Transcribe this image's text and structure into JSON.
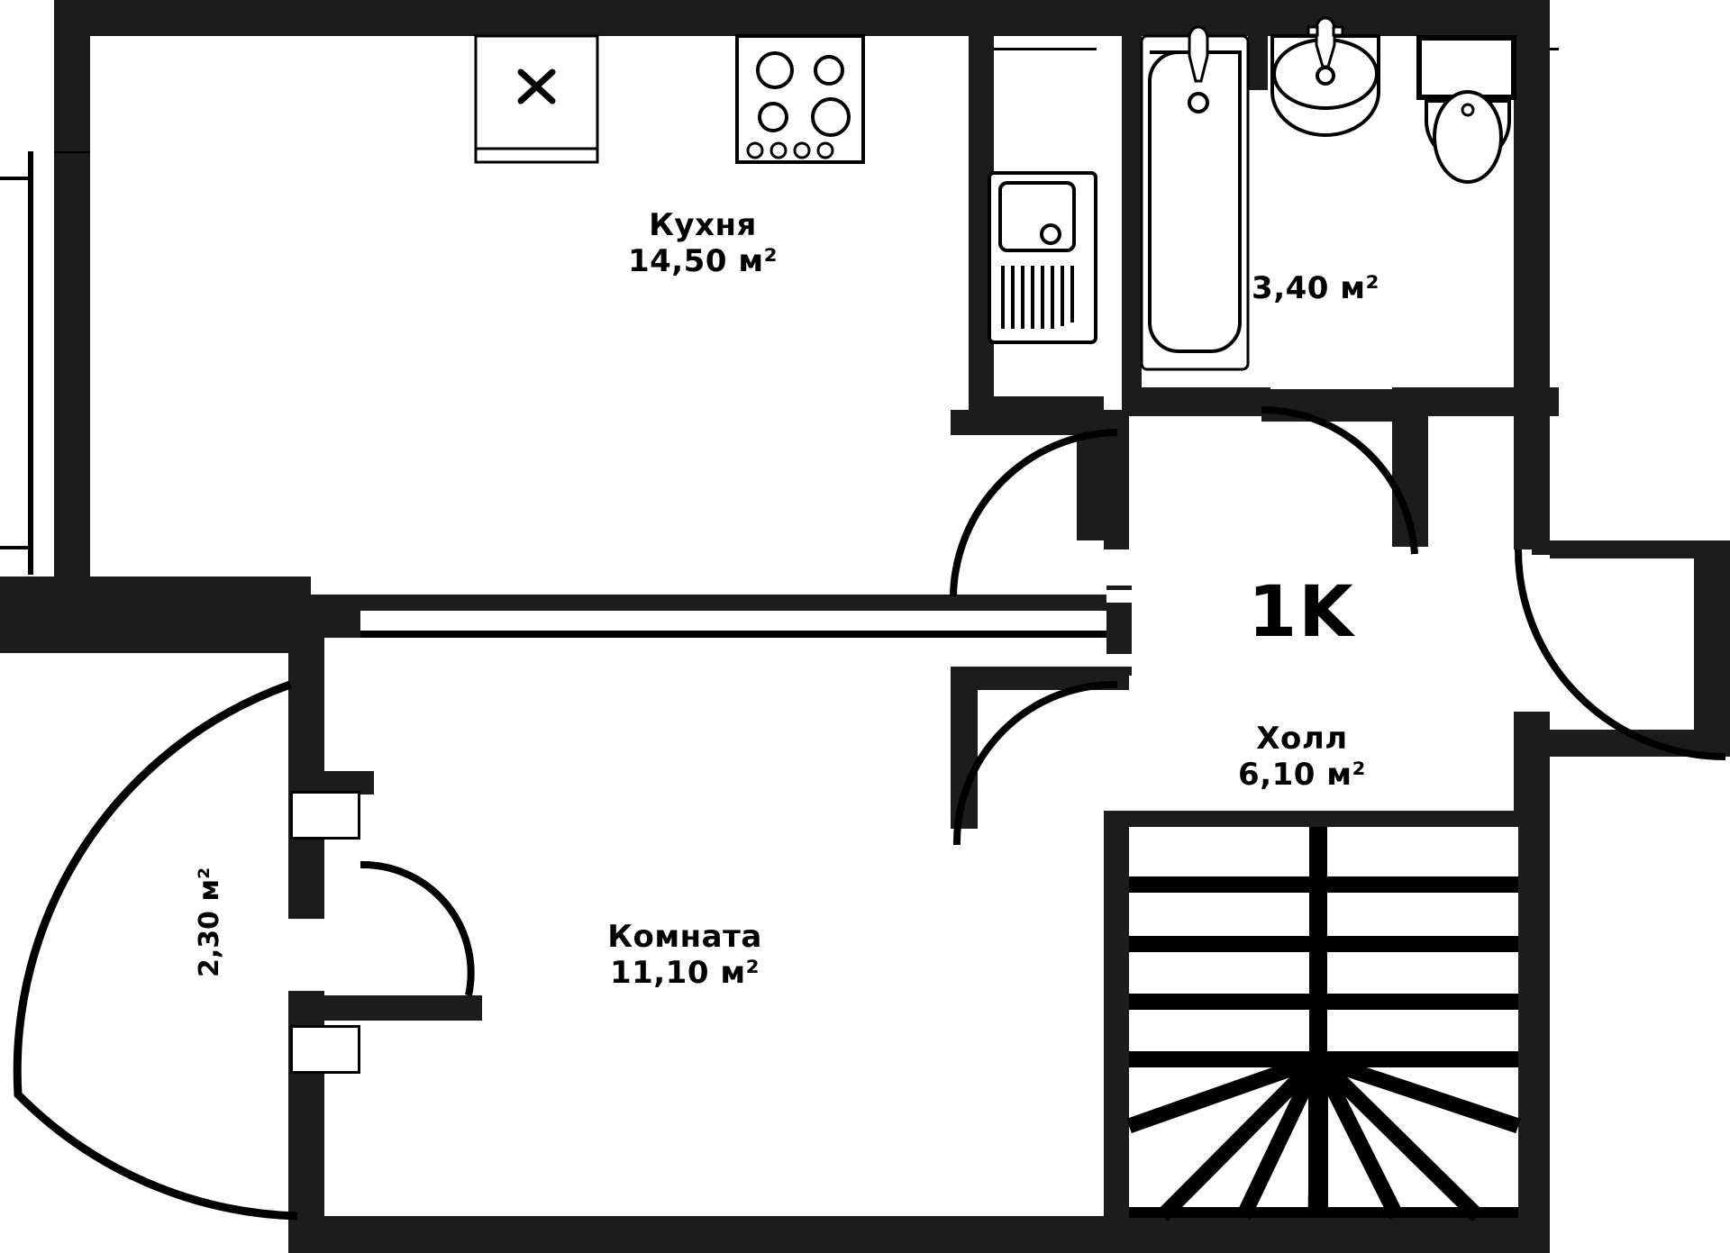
{
  "plan": {
    "type": "apartment-floor-plan",
    "badge": "1K",
    "rooms": [
      {
        "id": "kitchen",
        "name": "Кухня",
        "area": "14,50 м²"
      },
      {
        "id": "bathroom",
        "name": "",
        "area": "3,40 м²"
      },
      {
        "id": "hall",
        "name": "Холл",
        "area": "6,10 м²"
      },
      {
        "id": "room",
        "name": "Комната",
        "area": "11,10 м²"
      },
      {
        "id": "balcony",
        "name": "",
        "area": "2,30 м²"
      }
    ],
    "fixtures": [
      {
        "name": "refrigerator",
        "mark": "X"
      },
      {
        "name": "stove",
        "mark": ""
      },
      {
        "name": "kitchen-sink",
        "mark": ""
      },
      {
        "name": "bathtub",
        "mark": ""
      },
      {
        "name": "wash-basin",
        "mark": ""
      },
      {
        "name": "toilet",
        "mark": ""
      },
      {
        "name": "staircase",
        "mark": ""
      }
    ],
    "colors": {
      "wall": "#1c1c1c",
      "wall_light": "#262626",
      "line": "#000000",
      "floor": "#ffffff"
    }
  }
}
